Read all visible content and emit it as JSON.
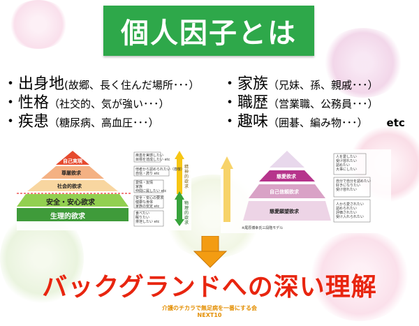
{
  "title": "個人因子とは",
  "factors_left": [
    {
      "bullet": "・",
      "term": "出身地",
      "detail": "(故郷、長く住んだ場所･･･）"
    },
    {
      "bullet": "・",
      "term": "性格",
      "detail": "（社交的、気が強い･･･）"
    },
    {
      "bullet": "・",
      "term": "疾患",
      "detail": "（糖尿病、高血圧･･･）"
    }
  ],
  "factors_right": [
    {
      "bullet": "・",
      "term": "家族",
      "detail": "（兄妹、孫、親戚･･･）"
    },
    {
      "bullet": "・",
      "term": "職歴",
      "detail": "（営業職、公務員･･･）"
    },
    {
      "bullet": "・",
      "term": "趣味",
      "detail": "（囲碁、編み物･･･）"
    }
  ],
  "etc_label": "etc",
  "maslow": {
    "levels": [
      "自己実現",
      "尊厳欲求",
      "社会的欲求",
      "安全・安心欲求",
      "生理的欲求"
    ],
    "arrow_top_label": "精神的欲求",
    "arrow_bottom_label": "物理的欲求",
    "notes": [
      [
        "疾患を実感したい",
        "目標を達成したい etc"
      ],
      [
        "他者から認められたい（尊敬）",
        "自信・誇り etc"
      ],
      [
        "愛情・友情",
        "家族",
        "仲間に属したい etc"
      ],
      [
        "安全・安心の要求",
        "健康な身体",
        "家族の安定 etc"
      ],
      [
        "食べたい",
        "眠りたい",
        "排泄したい etc"
      ]
    ]
  },
  "self_pyramid": {
    "levels": [
      "慈愛欲求",
      "自己信頼欲求",
      "慈愛願望欲求"
    ],
    "notes": [
      [
        "人を愛したい",
        "受け容れたい",
        "認めたい",
        "大事にしたい"
      ],
      [
        "自分で自分を認めたい",
        "好きになりたい",
        "受け容れたい"
      ],
      [
        "人から愛されたい",
        "認められたい",
        "評価されたい",
        "受け入れられたい"
      ]
    ],
    "caption": "※尾原博幸氏三段階モデル"
  },
  "conclusion": "バックグランドへの深い理解",
  "footer_line1": "介護のチカラで無足病を一番にする会",
  "footer_line2": "NEXT10",
  "colors": {
    "title_bg": "#2ea84a",
    "conclusion": "#e8250f",
    "arrow": "#f39c12",
    "footer": "#e38e00"
  }
}
